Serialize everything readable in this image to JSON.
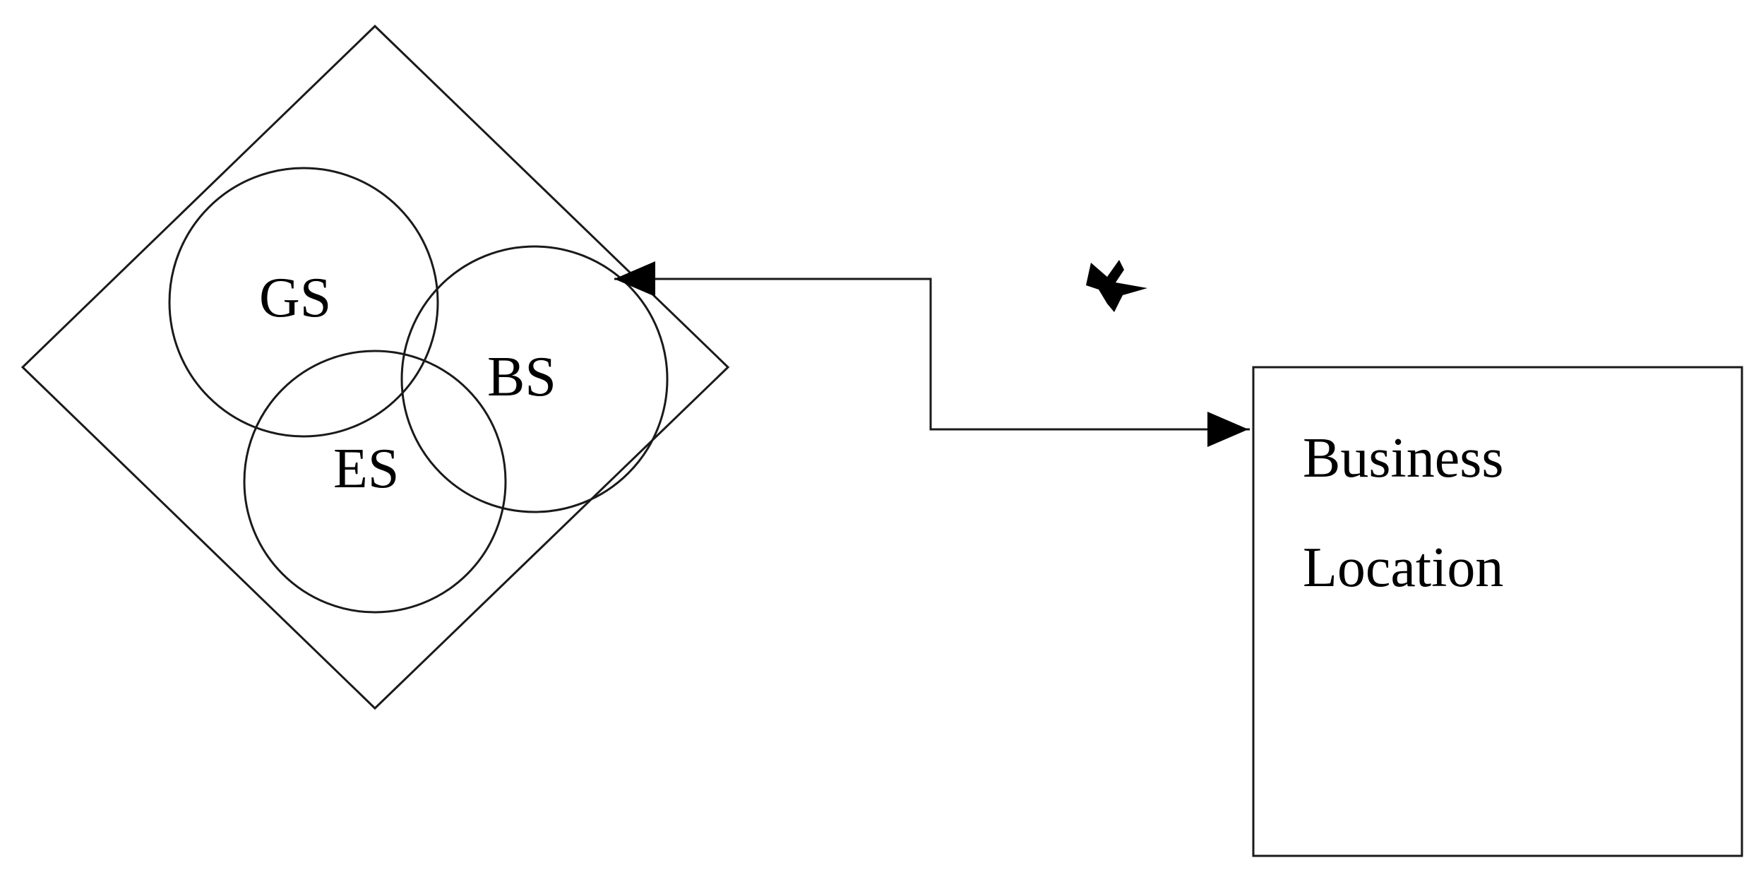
{
  "diagram": {
    "circles": {
      "gs": "GS",
      "bs": "BS",
      "es": "ES"
    },
    "box": {
      "line1": "Business",
      "line2": "Location"
    }
  }
}
